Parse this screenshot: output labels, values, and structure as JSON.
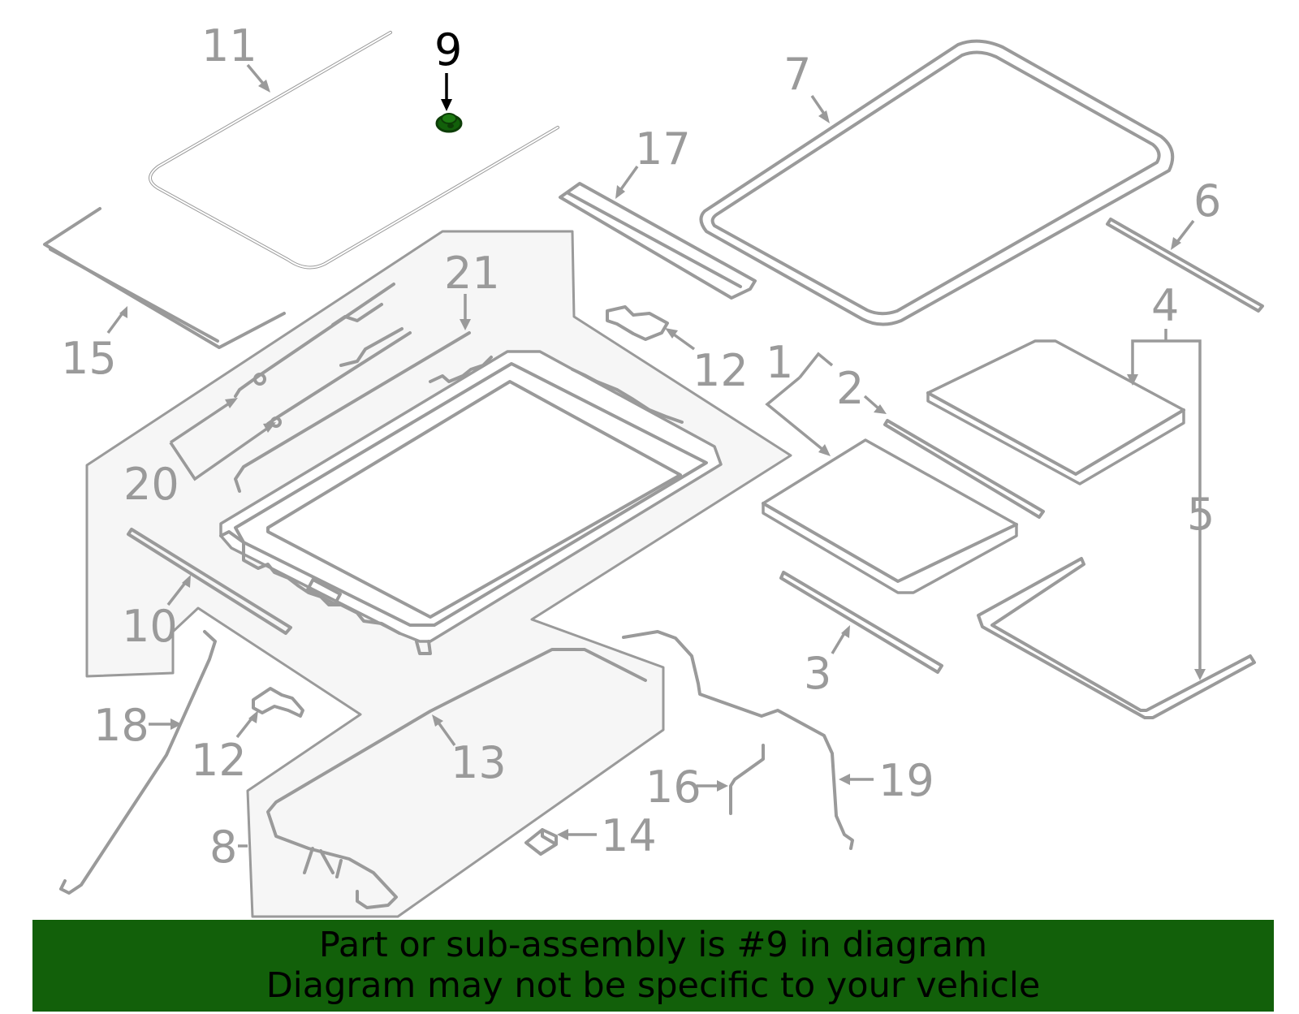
{
  "diagram": {
    "callouts": [
      "1",
      "2",
      "3",
      "4",
      "5",
      "6",
      "7",
      "8",
      "9",
      "10",
      "11",
      "12",
      "12",
      "13",
      "14",
      "15",
      "16",
      "17",
      "18",
      "19",
      "20",
      "21"
    ],
    "highlighted_part": "9",
    "highlight_color": "#12600a",
    "part_color": "#9a9a9a"
  },
  "banner": {
    "line1": "Part or sub-assembly is #9 in diagram",
    "line2": "Diagram may not be specific to your vehicle",
    "background": "#12600a"
  }
}
